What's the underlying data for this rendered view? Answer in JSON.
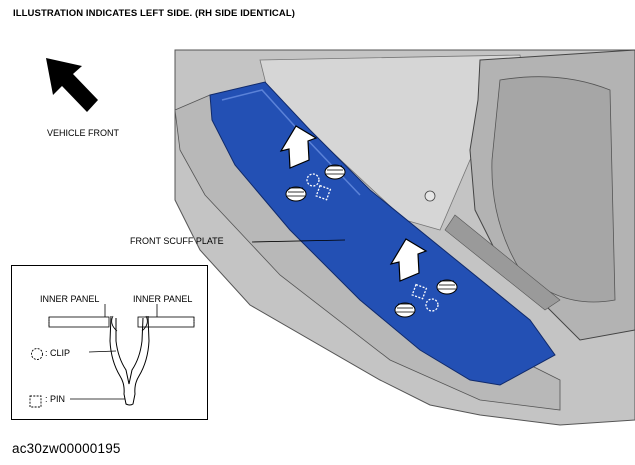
{
  "header": {
    "note": "ILLUSTRATION INDICATES LEFT SIDE. (RH SIDE IDENTICAL)"
  },
  "labels": {
    "vehicle_front": "VEHICLE FRONT",
    "part": "FRONT SCUFF PLATE"
  },
  "legend": {
    "inner_panel_left": "INNER PANEL",
    "inner_panel_right": "INNER PANEL",
    "clip": ": CLIP",
    "pin": ": PIN"
  },
  "figure_code": "ac30zw00000195",
  "colors": {
    "scuff_plate": "#2350b4",
    "interior_gray": "#c8c8c8",
    "outline": "#000000"
  }
}
